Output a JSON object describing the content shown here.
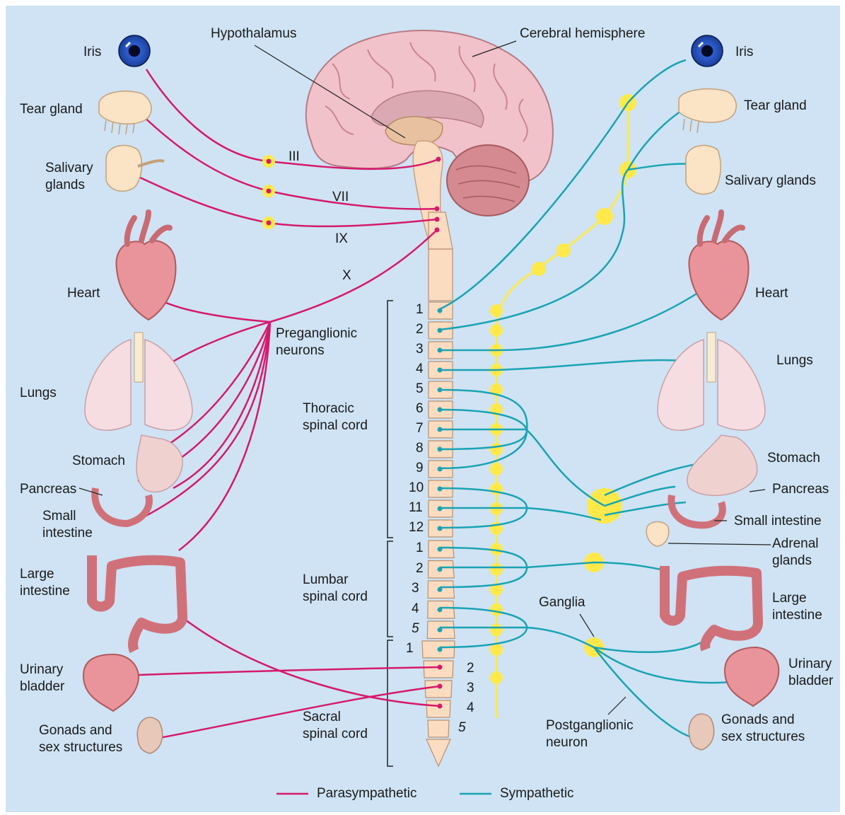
{
  "labels": {
    "iris_left": "Iris",
    "iris_right": "Iris",
    "tear_left": "Tear gland",
    "tear_right": "Tear gland",
    "salivary_left": "Salivary\nglands",
    "salivary_right": "Salivary glands",
    "heart_left": "Heart",
    "heart_right": "Heart",
    "lungs_left": "Lungs",
    "lungs_right": "Lungs",
    "stomach_left": "Stomach",
    "stomach_right": "Stomach",
    "pancreas_left": "Pancreas",
    "pancreas_right": "Pancreas",
    "small_int_left": "Small\nintestine",
    "small_int_right": "Small intestine",
    "adrenal_right": "Adrenal\nglands",
    "large_int_left": "Large\nintestine",
    "large_int_right": "Large\nintestine",
    "bladder_left": "Urinary\nbladder",
    "bladder_right": "Urinary\nbladder",
    "gonads_left": "Gonads and\nsex structures",
    "gonads_right": "Gonads and\nsex structures",
    "hypothalamus": "Hypothalamus",
    "cerebral": "Cerebral hemisphere",
    "nerve_III": "III",
    "nerve_VII": "VII",
    "nerve_IX": "IX",
    "nerve_X": "X",
    "preganglionic": "Preganglionic\nneurons",
    "thoracic": "Thoracic\nspinal cord",
    "lumbar": "Lumbar\nspinal cord",
    "sacral": "Sacral\nspinal cord",
    "ganglia": "Ganglia",
    "postganglionic": "Postganglionic\nneuron"
  },
  "segments": {
    "thoracic": [
      "1",
      "2",
      "3",
      "4",
      "5",
      "6",
      "7",
      "8",
      "9",
      "10",
      "11",
      "12"
    ],
    "lumbar": [
      "1",
      "2",
      "3",
      "4",
      "5"
    ],
    "sacral": [
      "1",
      "2",
      "3",
      "4",
      "5"
    ]
  },
  "legend": {
    "parasympathetic": "Parasympathetic",
    "sympathetic": "Sympathetic"
  },
  "colors": {
    "parasympathetic": "#d6196b",
    "sympathetic": "#1aa3b3",
    "ganglion": "#ffe94a",
    "background": "#cfe3f4",
    "cord": "#fbdcc0"
  }
}
